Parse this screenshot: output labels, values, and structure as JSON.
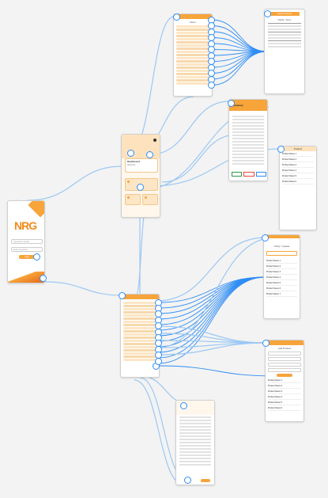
{
  "login": {
    "logo": "NRG",
    "username_placeholder": "Username / Email",
    "password_placeholder": "Enter password",
    "login_label": "Login"
  },
  "dashboard": {
    "title": "Dashboard",
    "subtitle": "Welcome"
  },
  "menu_screen": {
    "title": "Menu"
  },
  "list_screen": {
    "title": "Select Products",
    "badge": "Notify / Sync"
  },
  "table_screen": {
    "title": "Summary"
  },
  "products_panel": {
    "title": "Product",
    "items": [
      "Product Name 1",
      "Product Name 2",
      "Product Name 3",
      "Product Name 4",
      "Product Name 5",
      "Product Name 6"
    ]
  },
  "edit_list": {
    "title": "Notify / Update",
    "items": [
      "Product Name 1",
      "Product Name 2",
      "Product Name 3",
      "Product Name 4",
      "Product Name 5",
      "Product Name 6",
      "Product Name 7"
    ]
  },
  "form_screen": {
    "title": "Add Product",
    "items": [
      "Product Name 1",
      "Product Name 2",
      "Product Name 3",
      "Product Name 4",
      "Product Name 5",
      "Product Name 6"
    ]
  },
  "colors": {
    "accent": "#f7a43a",
    "wire": "#2f8df5",
    "wire_light": "#9cc8f3"
  }
}
